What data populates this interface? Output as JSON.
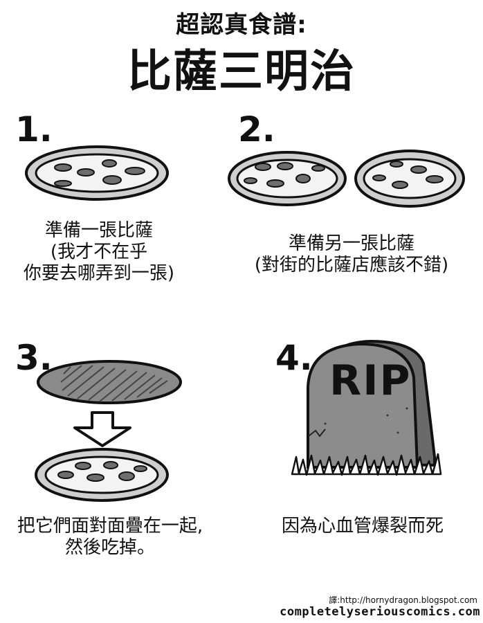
{
  "header": {
    "subtitle": "超認真食譜:",
    "title": "比薩三明治"
  },
  "steps": [
    {
      "number": "1.",
      "lines": [
        "準備一張比薩",
        "(我才不在乎",
        "你要去哪弄到一張)"
      ]
    },
    {
      "number": "2.",
      "lines": [
        "準備另一張比薩",
        "(對街的比薩店應該不錯)"
      ]
    },
    {
      "number": "3.",
      "lines": [
        "把它們面對面疊在一起,",
        "然後吃掉。"
      ]
    },
    {
      "number": "4.",
      "lines": [
        "因為心血管爆裂而死"
      ]
    }
  ],
  "tombstone": {
    "text": "RIP"
  },
  "footer": {
    "credit": "譯:http://hornydragon.blogspot.com",
    "site": "completelyseriouscomics.com"
  },
  "colors": {
    "pizza_crust": "#cfcfcf",
    "pizza_cheese": "#f3f3f3",
    "pepperoni": "#6e6e6e",
    "bread_top": "#8a8a8a",
    "tombstone": "#8c8c8c"
  }
}
